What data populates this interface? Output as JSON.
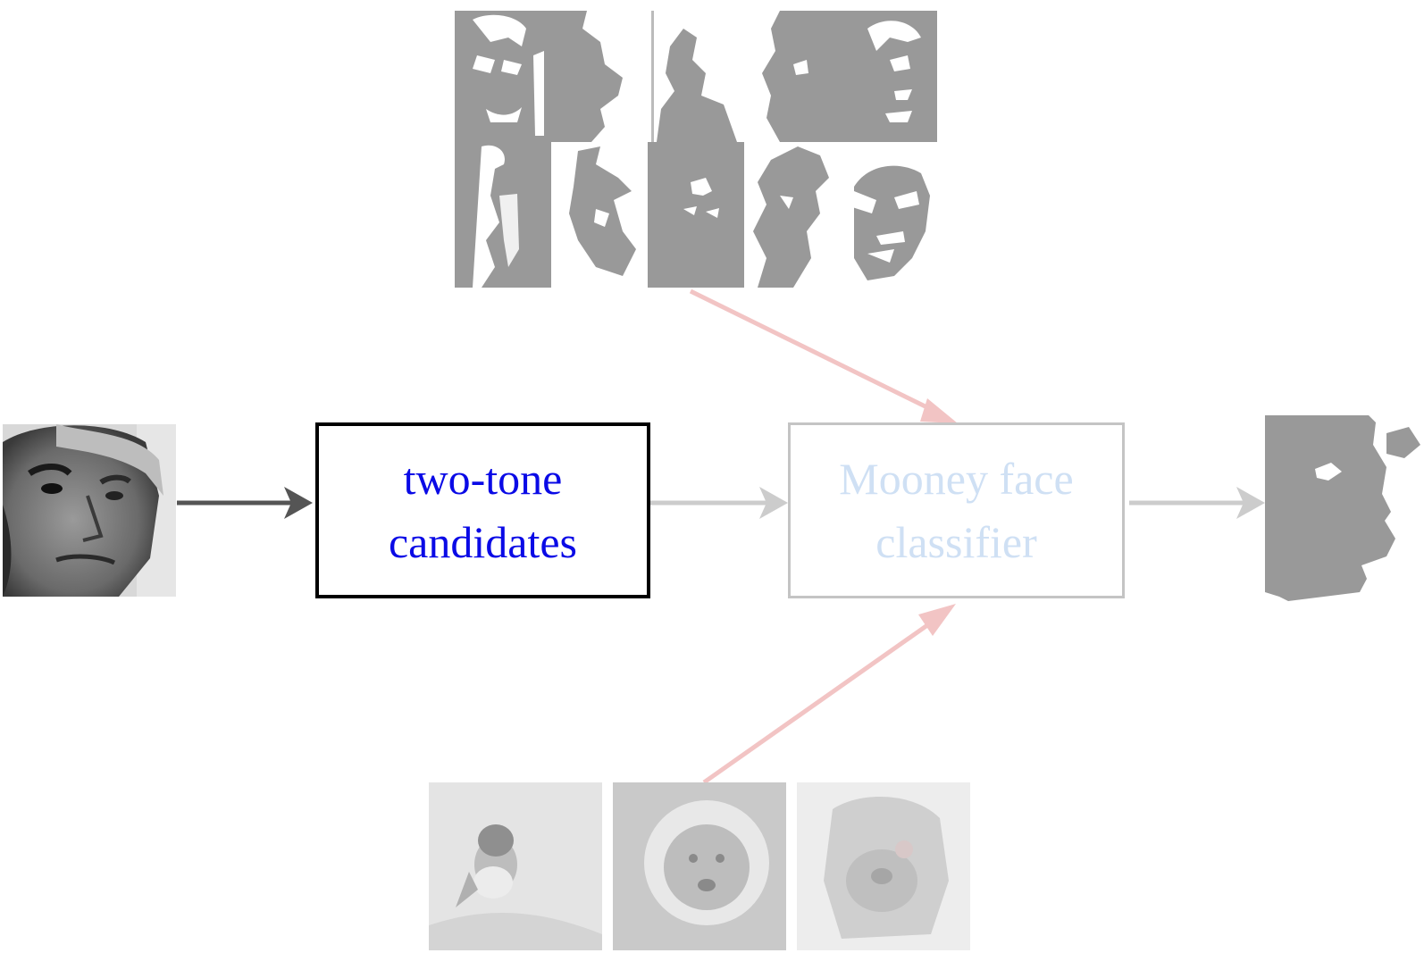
{
  "diagram": {
    "nodes": {
      "two_tone_candidates": {
        "lines": [
          "two-tone",
          "candidates"
        ],
        "text_color": "#0a0ae6",
        "border_color": "#000000",
        "state": "active"
      },
      "mooney_face_classifier": {
        "lines": [
          "Mooney face",
          "classifier"
        ],
        "text_color": "#cfe0f4",
        "border_color": "#c4c4c4",
        "state": "faded"
      }
    },
    "images": {
      "input_face": {
        "icon": "grayscale-face-photo-icon",
        "tone": "grayscale"
      },
      "output_mooney": {
        "icon": "two-tone-silhouette-icon",
        "fill": "#999999"
      },
      "mooney_examples": {
        "rows": 2,
        "columns": 5,
        "icons": [
          "mooney-face-icon",
          "mooney-face-icon",
          "mooney-face-icon",
          "mooney-face-icon",
          "mooney-face-icon",
          "mooney-face-icon",
          "mooney-face-icon",
          "mooney-face-icon",
          "mooney-face-icon",
          "mooney-face-icon"
        ],
        "fill": "#999999"
      },
      "non_face_examples": {
        "icons": [
          "bird-photo-icon",
          "dog-in-costume-photo-icon",
          "shaggy-dog-photo-icon"
        ],
        "tone": "faded-grayscale"
      }
    },
    "edges": [
      {
        "from": "input_face",
        "to": "two_tone_candidates",
        "color": "#555555"
      },
      {
        "from": "two_tone_candidates",
        "to": "mooney_face_classifier",
        "color": "#cccccc"
      },
      {
        "from": "mooney_face_classifier",
        "to": "output_mooney",
        "color": "#cccccc"
      },
      {
        "from": "mooney_examples",
        "to": "mooney_face_classifier",
        "color": "#f2c4c4"
      },
      {
        "from": "non_face_examples",
        "to": "mooney_face_classifier",
        "color": "#f2c4c4"
      }
    ]
  }
}
